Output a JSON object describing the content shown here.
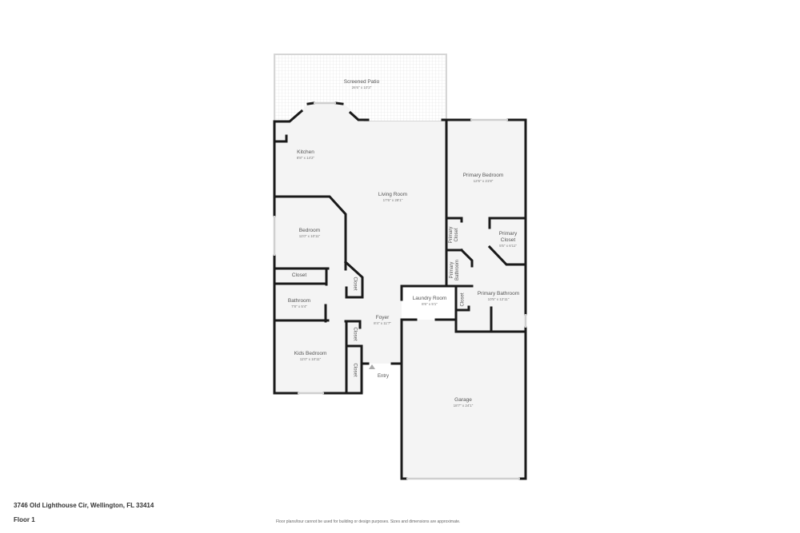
{
  "floorplan": {
    "rooms": [
      {
        "id": "screened-patio",
        "name": "Screened Patio",
        "dimensions": "26'6\" x 10'3\""
      },
      {
        "id": "kitchen",
        "name": "Kitchen",
        "dimensions": "8'8\" x 14'2\""
      },
      {
        "id": "living-room",
        "name": "Living Room",
        "dimensions": "17'6\" x 28'1\""
      },
      {
        "id": "primary-bedroom",
        "name": "Primary Bedroom",
        "dimensions": "12'6\" x 21'8\""
      },
      {
        "id": "bedroom",
        "name": "Bedroom",
        "dimensions": "11'0\" x 10'11\""
      },
      {
        "id": "primary-closet",
        "name": "Primary Closet",
        "name_line1": "Primary",
        "name_line2": "Closet",
        "dimensions": "5'5\" x 6'11\""
      },
      {
        "id": "bathroom",
        "name": "Bathroom",
        "dimensions": "7'8\" x 5'4\""
      },
      {
        "id": "laundry-room",
        "name": "Laundry Room",
        "dimensions": "8'6\" x 5'1\""
      },
      {
        "id": "primary-bathroom",
        "name": "Primary Bathroom",
        "dimensions": "10'5\" x 12'11\""
      },
      {
        "id": "foyer",
        "name": "Foyer",
        "dimensions": "8'4\" x 11'7\""
      },
      {
        "id": "kids-bedroom",
        "name": "Kids Bedroom",
        "dimensions": "11'0\" x 10'11\""
      },
      {
        "id": "garage",
        "name": "Garage",
        "dimensions": "18'7\" x 24'1\""
      }
    ],
    "closets": {
      "hall_closet": "Closet",
      "bedroom_closet": "Closet",
      "foyer_closet_upper": "Closet",
      "foyer_closet_lower": "Closet",
      "primary_bath_closet": "Closet",
      "primary_closet_small_line1": "Primary",
      "primary_closet_small_line2": "Closet",
      "primary_bathroom_small_line1": "Primary",
      "primary_bathroom_small_line2": "Bathroom"
    },
    "entry_label": "Entry",
    "colors": {
      "wall": "#1a1a1a",
      "floor": "#f4f4f4",
      "patio_grid": "#dddddd",
      "window": "#d8d8d8"
    }
  },
  "footer": {
    "address": "3746 Old Lighthouse Cir, Wellington, FL 33414",
    "floor": "Floor 1",
    "disclaimer": "Floor plans/tour cannot be used for building or design purposes. Sizes and dimensions are approximate."
  }
}
